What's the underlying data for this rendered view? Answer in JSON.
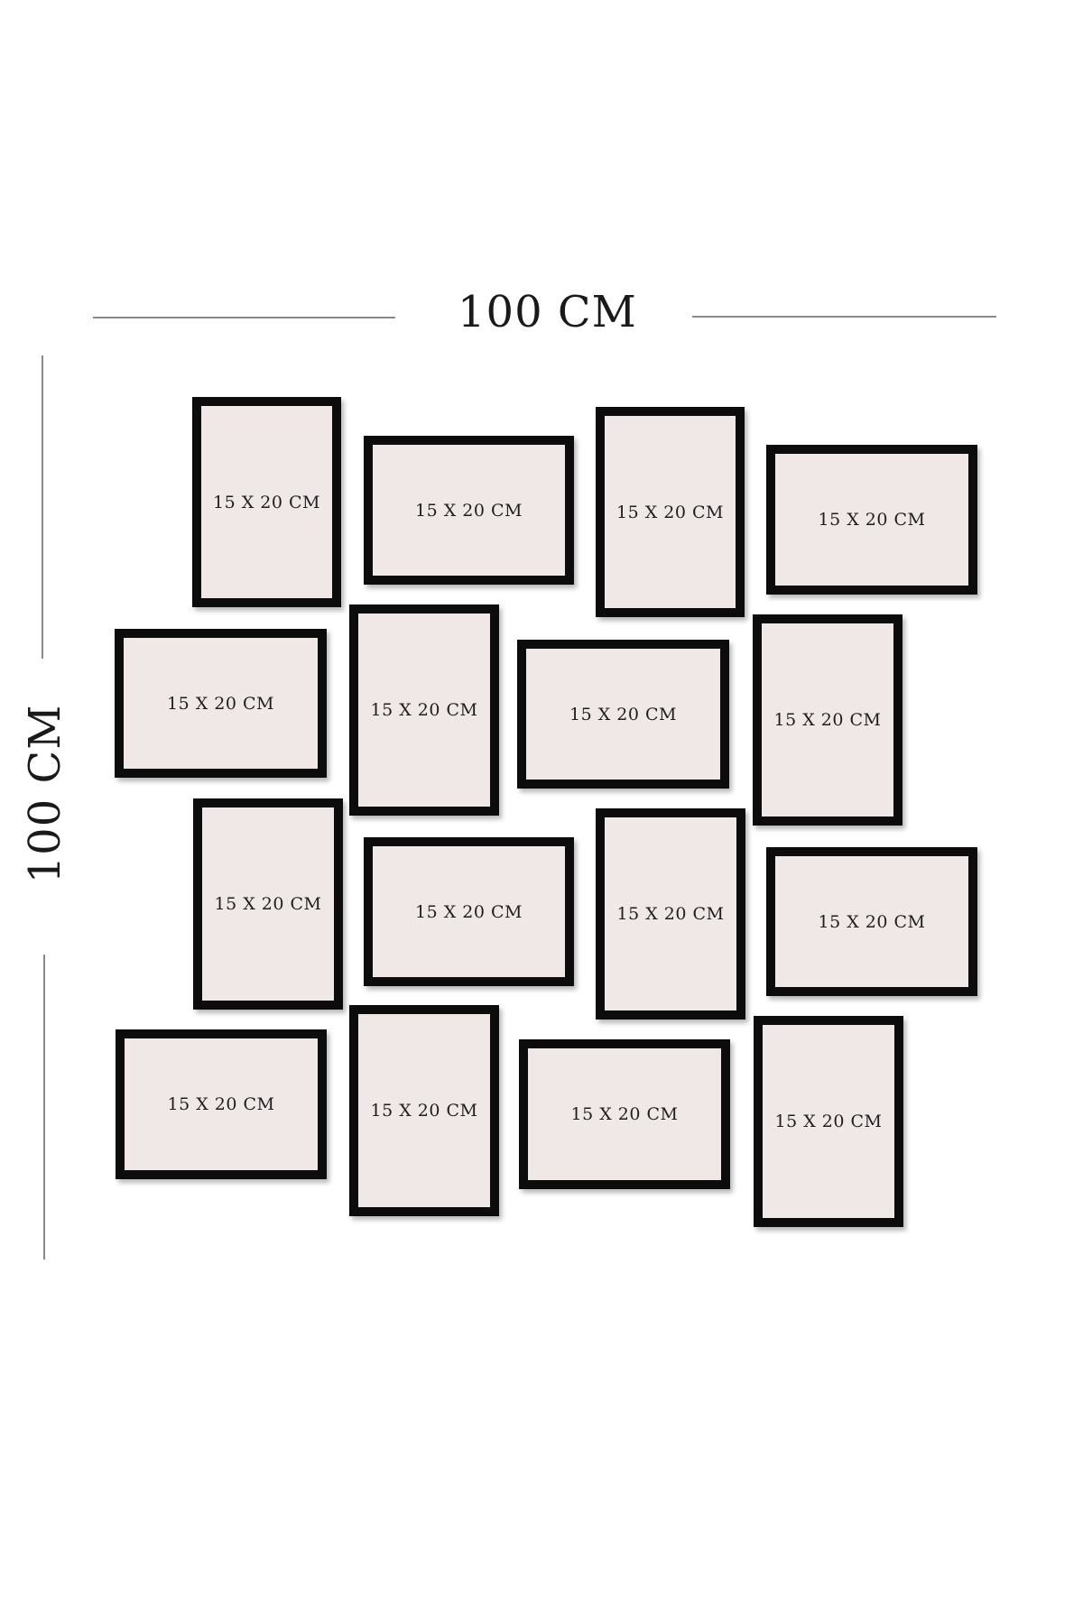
{
  "dimensions": {
    "width_label": "100 CM",
    "height_label": "100 CM"
  },
  "frame_label": "15 X 20 CM",
  "frames": [
    {
      "label": "15 X 20 CM",
      "orientation": "portrait"
    },
    {
      "label": "15 X 20 CM",
      "orientation": "landscape"
    },
    {
      "label": "15 X 20 CM",
      "orientation": "portrait"
    },
    {
      "label": "15 X 20 CM",
      "orientation": "landscape"
    },
    {
      "label": "15 X 20 CM",
      "orientation": "landscape"
    },
    {
      "label": "15 X 20 CM",
      "orientation": "portrait"
    },
    {
      "label": "15 X 20 CM",
      "orientation": "landscape"
    },
    {
      "label": "15 X 20 CM",
      "orientation": "portrait"
    },
    {
      "label": "15 X 20 CM",
      "orientation": "portrait"
    },
    {
      "label": "15 X 20 CM",
      "orientation": "landscape"
    },
    {
      "label": "15 X 20 CM",
      "orientation": "portrait"
    },
    {
      "label": "15 X 20 CM",
      "orientation": "landscape"
    },
    {
      "label": "15 X 20 CM",
      "orientation": "landscape"
    },
    {
      "label": "15 X 20 CM",
      "orientation": "portrait"
    },
    {
      "label": "15 X 20 CM",
      "orientation": "landscape"
    },
    {
      "label": "15 X 20 CM",
      "orientation": "portrait"
    }
  ],
  "colors": {
    "frame_border": "#0c0c0c",
    "frame_mat": "#efe8e7",
    "dimension_line": "#8a8a8a",
    "background": "#ffffff"
  }
}
